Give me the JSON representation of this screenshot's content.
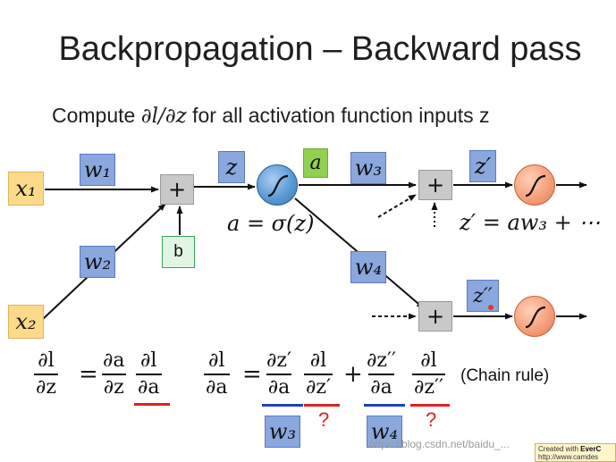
{
  "title": "Backpropagation – Backward pass",
  "subtitle": {
    "prefix": "Compute ",
    "math": "∂l/∂z",
    "suffix": " for all activation function inputs z"
  },
  "nodes": {
    "x1": "x₁",
    "x2": "x₂",
    "w1": "w₁",
    "w2": "w₂",
    "w3": "w₃",
    "w4": "w₄",
    "z": "z",
    "a": "a",
    "b": "b",
    "z_prime": "z′",
    "z_double_prime": "z′′",
    "plus": "+"
  },
  "labels": {
    "a_eq_sigma": "a = σ(z)",
    "z_prime_eq": "z′ = aw₃ + ⋯"
  },
  "formula_left": {
    "lhs_num": "∂l",
    "lhs_den": "∂z",
    "equals": "=",
    "f1_num": "∂a",
    "f1_den": "∂z",
    "f2_num": "∂l",
    "f2_den": "∂a"
  },
  "formula_right": {
    "lhs_num": "∂l",
    "lhs_den": "∂a",
    "equals": "=",
    "t1_num": "∂z′",
    "t1_den": "∂a",
    "t2_num": "∂l",
    "t2_den": "∂z′",
    "plus": "+",
    "t3_num": "∂z′′",
    "t3_den": "∂a",
    "t4_num": "∂l",
    "t4_den": "∂z′′",
    "chain_rule": "(Chain rule)",
    "w3_label": "w₃",
    "w4_label": "w₄",
    "question": "?"
  },
  "watermark": "https://blog.csdn.net/baidu_...",
  "created_with": {
    "prefix": "Created with ",
    "brand": "EverC",
    "url": "http://www.camdes"
  },
  "colors": {
    "input_box": "#fdd98a",
    "weight_box": "#8aa7de",
    "activation_box": "#92d050",
    "bias_box": "#e2f4e2",
    "underline_blue": "#1f3fbf",
    "underline_red": "#e02020"
  }
}
